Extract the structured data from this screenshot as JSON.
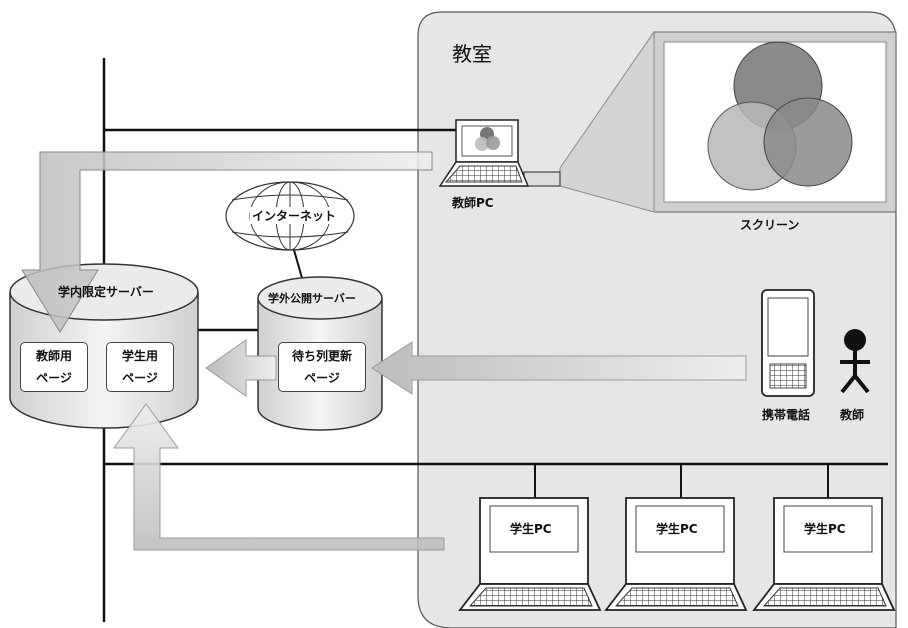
{
  "classroom": {
    "label": "教室"
  },
  "screen": {
    "label": "スクリーン"
  },
  "teacher_pc": {
    "label": "教師PC"
  },
  "internet": {
    "label": "インターネット"
  },
  "internal_server": {
    "label": "学内限定サーバー",
    "pages": [
      {
        "line1": "教師用",
        "line2": "ページ"
      },
      {
        "line1": "学生用",
        "line2": "ページ"
      }
    ]
  },
  "external_server": {
    "label": "学外公開サーバー",
    "page": {
      "line1": "待ち列更新",
      "line2": "ページ"
    }
  },
  "mobile_phone": {
    "label": "携帯電話"
  },
  "teacher": {
    "label": "教師"
  },
  "student_pcs": [
    {
      "label": "学生PC"
    },
    {
      "label": "学生PC"
    },
    {
      "label": "学生PC"
    }
  ],
  "colors": {
    "classroom_fill": "#e6e6e6",
    "screen_frame": "#cfcfcf",
    "arrow_fill": "#d8d8d8",
    "circle_dark": "#7a7a7a",
    "circle_light": "#b0b0b0"
  }
}
